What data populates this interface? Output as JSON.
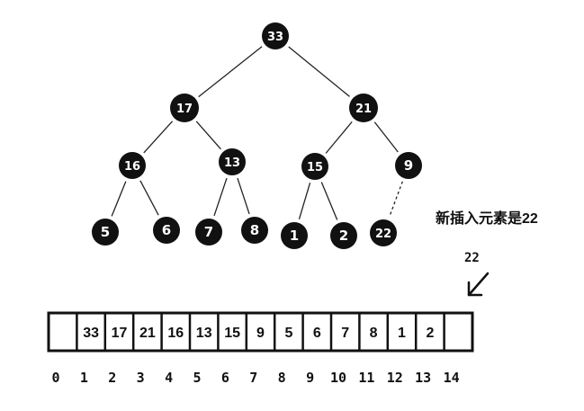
{
  "heap": {
    "nodes": [
      "33",
      "17",
      "21",
      "16",
      "13",
      "15",
      "9",
      "5",
      "6",
      "7",
      "8",
      "1",
      "2",
      "22"
    ],
    "edges": [
      [
        0,
        1
      ],
      [
        0,
        2
      ],
      [
        1,
        3
      ],
      [
        1,
        4
      ],
      [
        2,
        5
      ],
      [
        2,
        6
      ],
      [
        3,
        7
      ],
      [
        3,
        8
      ],
      [
        4,
        9
      ],
      [
        4,
        10
      ],
      [
        5,
        11
      ],
      [
        5,
        12
      ],
      [
        6,
        13
      ]
    ],
    "pending_edge": [
      6,
      13
    ]
  },
  "caption": "新插入元素是22",
  "insert_marker": {
    "value": "22",
    "icon": "arrow-down-left-icon"
  },
  "array": {
    "cells": [
      "",
      "33",
      "17",
      "21",
      "16",
      "13",
      "15",
      "9",
      "5",
      "6",
      "7",
      "8",
      "1",
      "2",
      ""
    ],
    "indices": [
      "0",
      "1",
      "2",
      "3",
      "4",
      "5",
      "6",
      "7",
      "8",
      "9",
      "10",
      "11",
      "12",
      "13",
      "14"
    ]
  },
  "colors": {
    "node_fill": "#111111",
    "node_text": "#ffffff",
    "line": "#222222"
  }
}
